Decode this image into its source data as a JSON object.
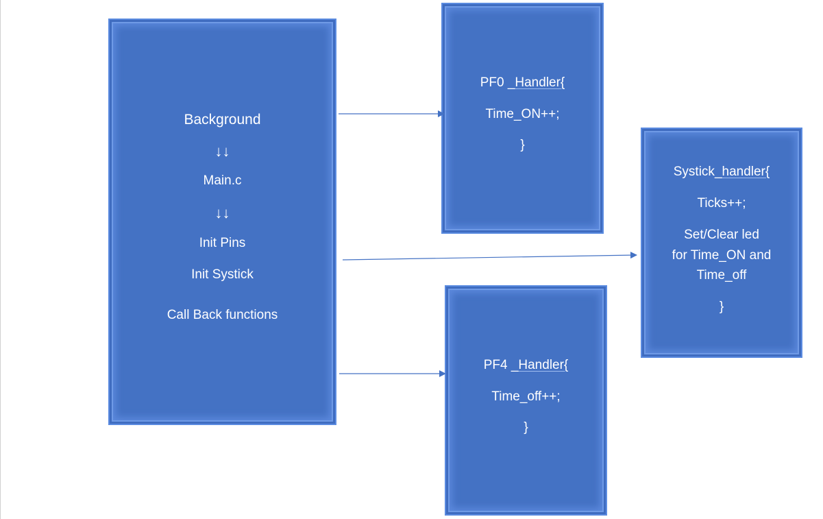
{
  "background_box": {
    "title": "Background",
    "arrow_1": "↓↓",
    "main": "Main.c",
    "arrow_2": "↓↓",
    "init_pins": "Init Pins",
    "init_systick": "Init Systick",
    "callbacks": "Call Back functions"
  },
  "pf0_box": {
    "name": "PF0 ",
    "handler": "_Handler{",
    "body": "Time_ON++;",
    "close": "}"
  },
  "pf4_box": {
    "name": "PF4 ",
    "handler": "_Handler{",
    "body": "Time_off++;",
    "close": "}"
  },
  "systick_box": {
    "name": "Systick",
    "handler": "_handler{",
    "body": "Ticks++;",
    "note_1": "Set/Clear led",
    "note_2": "for Time_ON and",
    "note_3": "Time_off",
    "close": "}"
  },
  "colors": {
    "box_fill": "#4472c4",
    "box_border": "#5b8be0",
    "arrow": "#4472c4"
  }
}
